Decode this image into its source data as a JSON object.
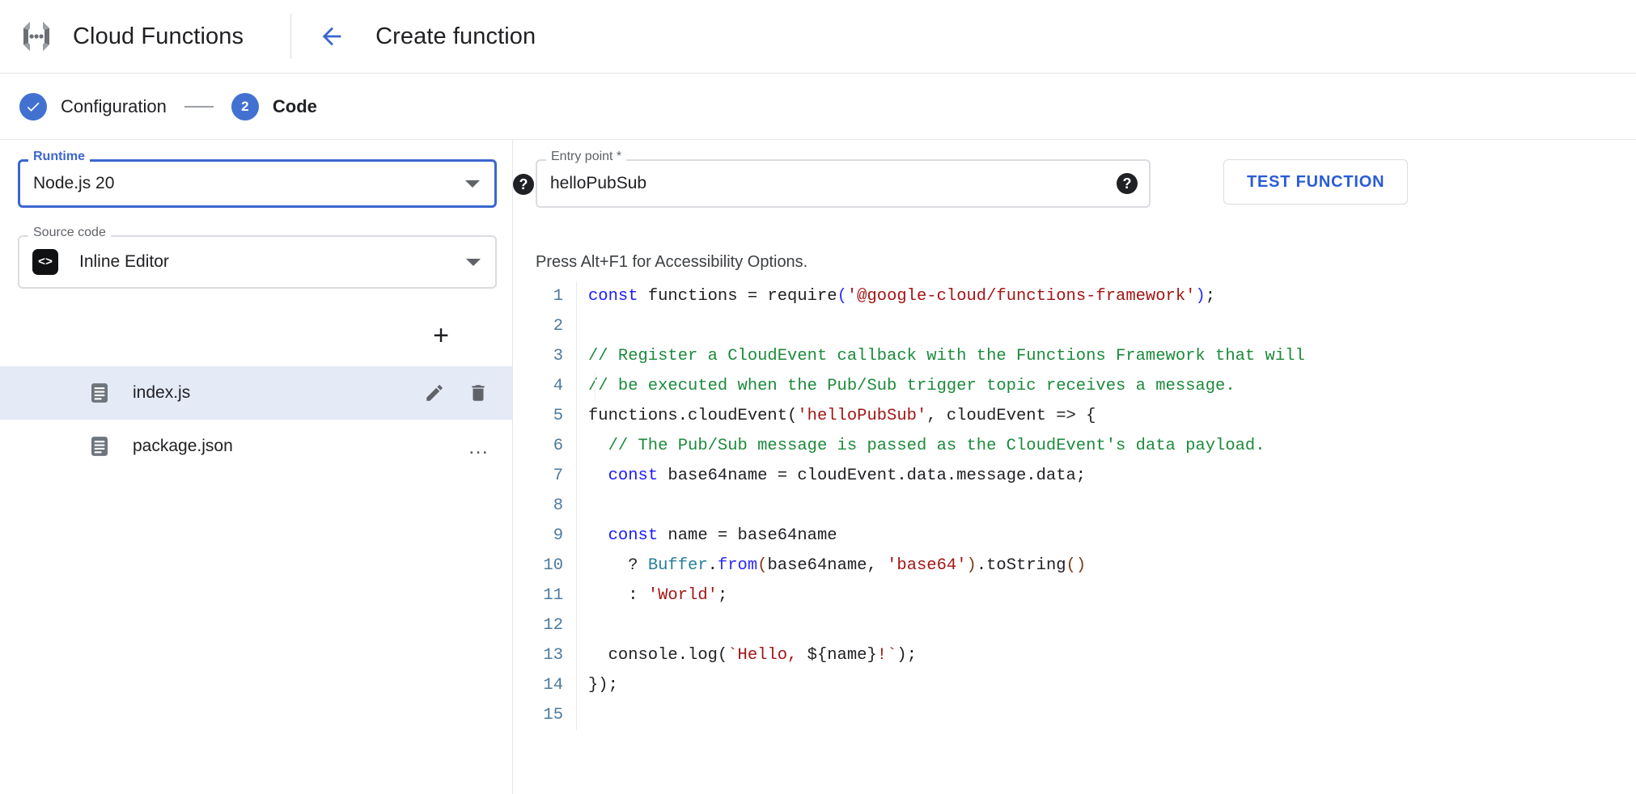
{
  "appbar": {
    "logo_icon": "cloud-functions-icon",
    "brand": "Cloud Functions",
    "back_icon": "back-arrow-icon",
    "page_title": "Create function"
  },
  "stepper": {
    "steps": [
      {
        "marker": "✓",
        "label": "Configuration",
        "state": "done"
      },
      {
        "marker": "2",
        "label": "Code",
        "state": "active"
      }
    ]
  },
  "left_panel": {
    "runtime": {
      "legend": "Runtime",
      "value": "Node.js 20",
      "caret_icon": "chevron-down-icon",
      "help_icon": "help-icon",
      "help_glyph": "?"
    },
    "source_code": {
      "legend": "Source code",
      "value": "Inline Editor",
      "chip_icon": "code-brackets-icon",
      "chip_glyph": "<>",
      "caret_icon": "chevron-down-icon"
    },
    "add_button": {
      "icon": "plus-icon",
      "glyph": "+"
    },
    "files": [
      {
        "name": "index.js",
        "icon": "file-icon",
        "selected": true,
        "actions": [
          {
            "icon": "edit-pencil-icon"
          },
          {
            "icon": "delete-trash-icon"
          }
        ]
      },
      {
        "name": "package.json",
        "icon": "file-icon",
        "selected": false,
        "actions": [
          {
            "icon": "more-options-icon",
            "glyph": "…"
          }
        ]
      }
    ]
  },
  "right_panel": {
    "entry_point": {
      "legend": "Entry point *",
      "value": "helloPubSub",
      "help_icon": "help-icon",
      "help_glyph": "?"
    },
    "test_function_button": "TEST FUNCTION",
    "accessibility_hint": "Press Alt+F1 for Accessibility Options.",
    "editor": {
      "line_numbers": [
        "1",
        "2",
        "3",
        "4",
        "5",
        "6",
        "7",
        "8",
        "9",
        "10",
        "11",
        "12",
        "13",
        "14",
        "15"
      ],
      "lines": [
        [
          {
            "t": "const ",
            "c": "kw"
          },
          {
            "t": "functions = ",
            "c": "pl"
          },
          {
            "t": "require",
            "c": "pl"
          },
          {
            "t": "(",
            "c": "fn"
          },
          {
            "t": "'@google-cloud/functions-framework'",
            "c": "str"
          },
          {
            "t": ")",
            "c": "fn"
          },
          {
            "t": ";",
            "c": "pl"
          }
        ],
        [],
        [
          {
            "t": "// Register a CloudEvent callback with the Functions Framework that will",
            "c": "cmt"
          }
        ],
        [
          {
            "t": "// be executed when the Pub/Sub trigger topic receives a message.",
            "c": "cmt"
          }
        ],
        [
          {
            "t": "functions.cloudEvent(",
            "c": "pl"
          },
          {
            "t": "'helloPubSub'",
            "c": "str"
          },
          {
            "t": ", cloudEvent => {",
            "c": "pl"
          }
        ],
        [
          {
            "t": "  // The Pub/Sub message is passed as the CloudEvent's data payload.",
            "c": "cmt"
          }
        ],
        [
          {
            "t": "  ",
            "c": "pl"
          },
          {
            "t": "const ",
            "c": "kw"
          },
          {
            "t": "base64name = cloudEvent.data.message.data;",
            "c": "pl"
          }
        ],
        [],
        [
          {
            "t": "  ",
            "c": "pl"
          },
          {
            "t": "const ",
            "c": "kw"
          },
          {
            "t": "name = base64name",
            "c": "pl"
          }
        ],
        [
          {
            "t": "    ? ",
            "c": "pl"
          },
          {
            "t": "Buffer",
            "c": "cls"
          },
          {
            "t": ".",
            "c": "pl"
          },
          {
            "t": "from",
            "c": "fn"
          },
          {
            "t": "(",
            "c": "paren"
          },
          {
            "t": "base64name, ",
            "c": "pl"
          },
          {
            "t": "'base64'",
            "c": "str"
          },
          {
            "t": ")",
            "c": "paren"
          },
          {
            "t": ".toString",
            "c": "pl"
          },
          {
            "t": "()",
            "c": "paren"
          }
        ],
        [
          {
            "t": "    : ",
            "c": "pl"
          },
          {
            "t": "'World'",
            "c": "str"
          },
          {
            "t": ";",
            "c": "pl"
          }
        ],
        [],
        [
          {
            "t": "  console.log(",
            "c": "pl"
          },
          {
            "t": "`Hello, ",
            "c": "str"
          },
          {
            "t": "${name}",
            "c": "pl"
          },
          {
            "t": "!`",
            "c": "str"
          },
          {
            "t": ");",
            "c": "pl"
          }
        ],
        [
          {
            "t": "});",
            "c": "pl"
          }
        ],
        []
      ]
    }
  },
  "colors": {
    "accent_blue": "#4271d1",
    "link_blue": "#2a5bd7",
    "selected_row": "#e5eaf7",
    "border": "#dadce0"
  }
}
